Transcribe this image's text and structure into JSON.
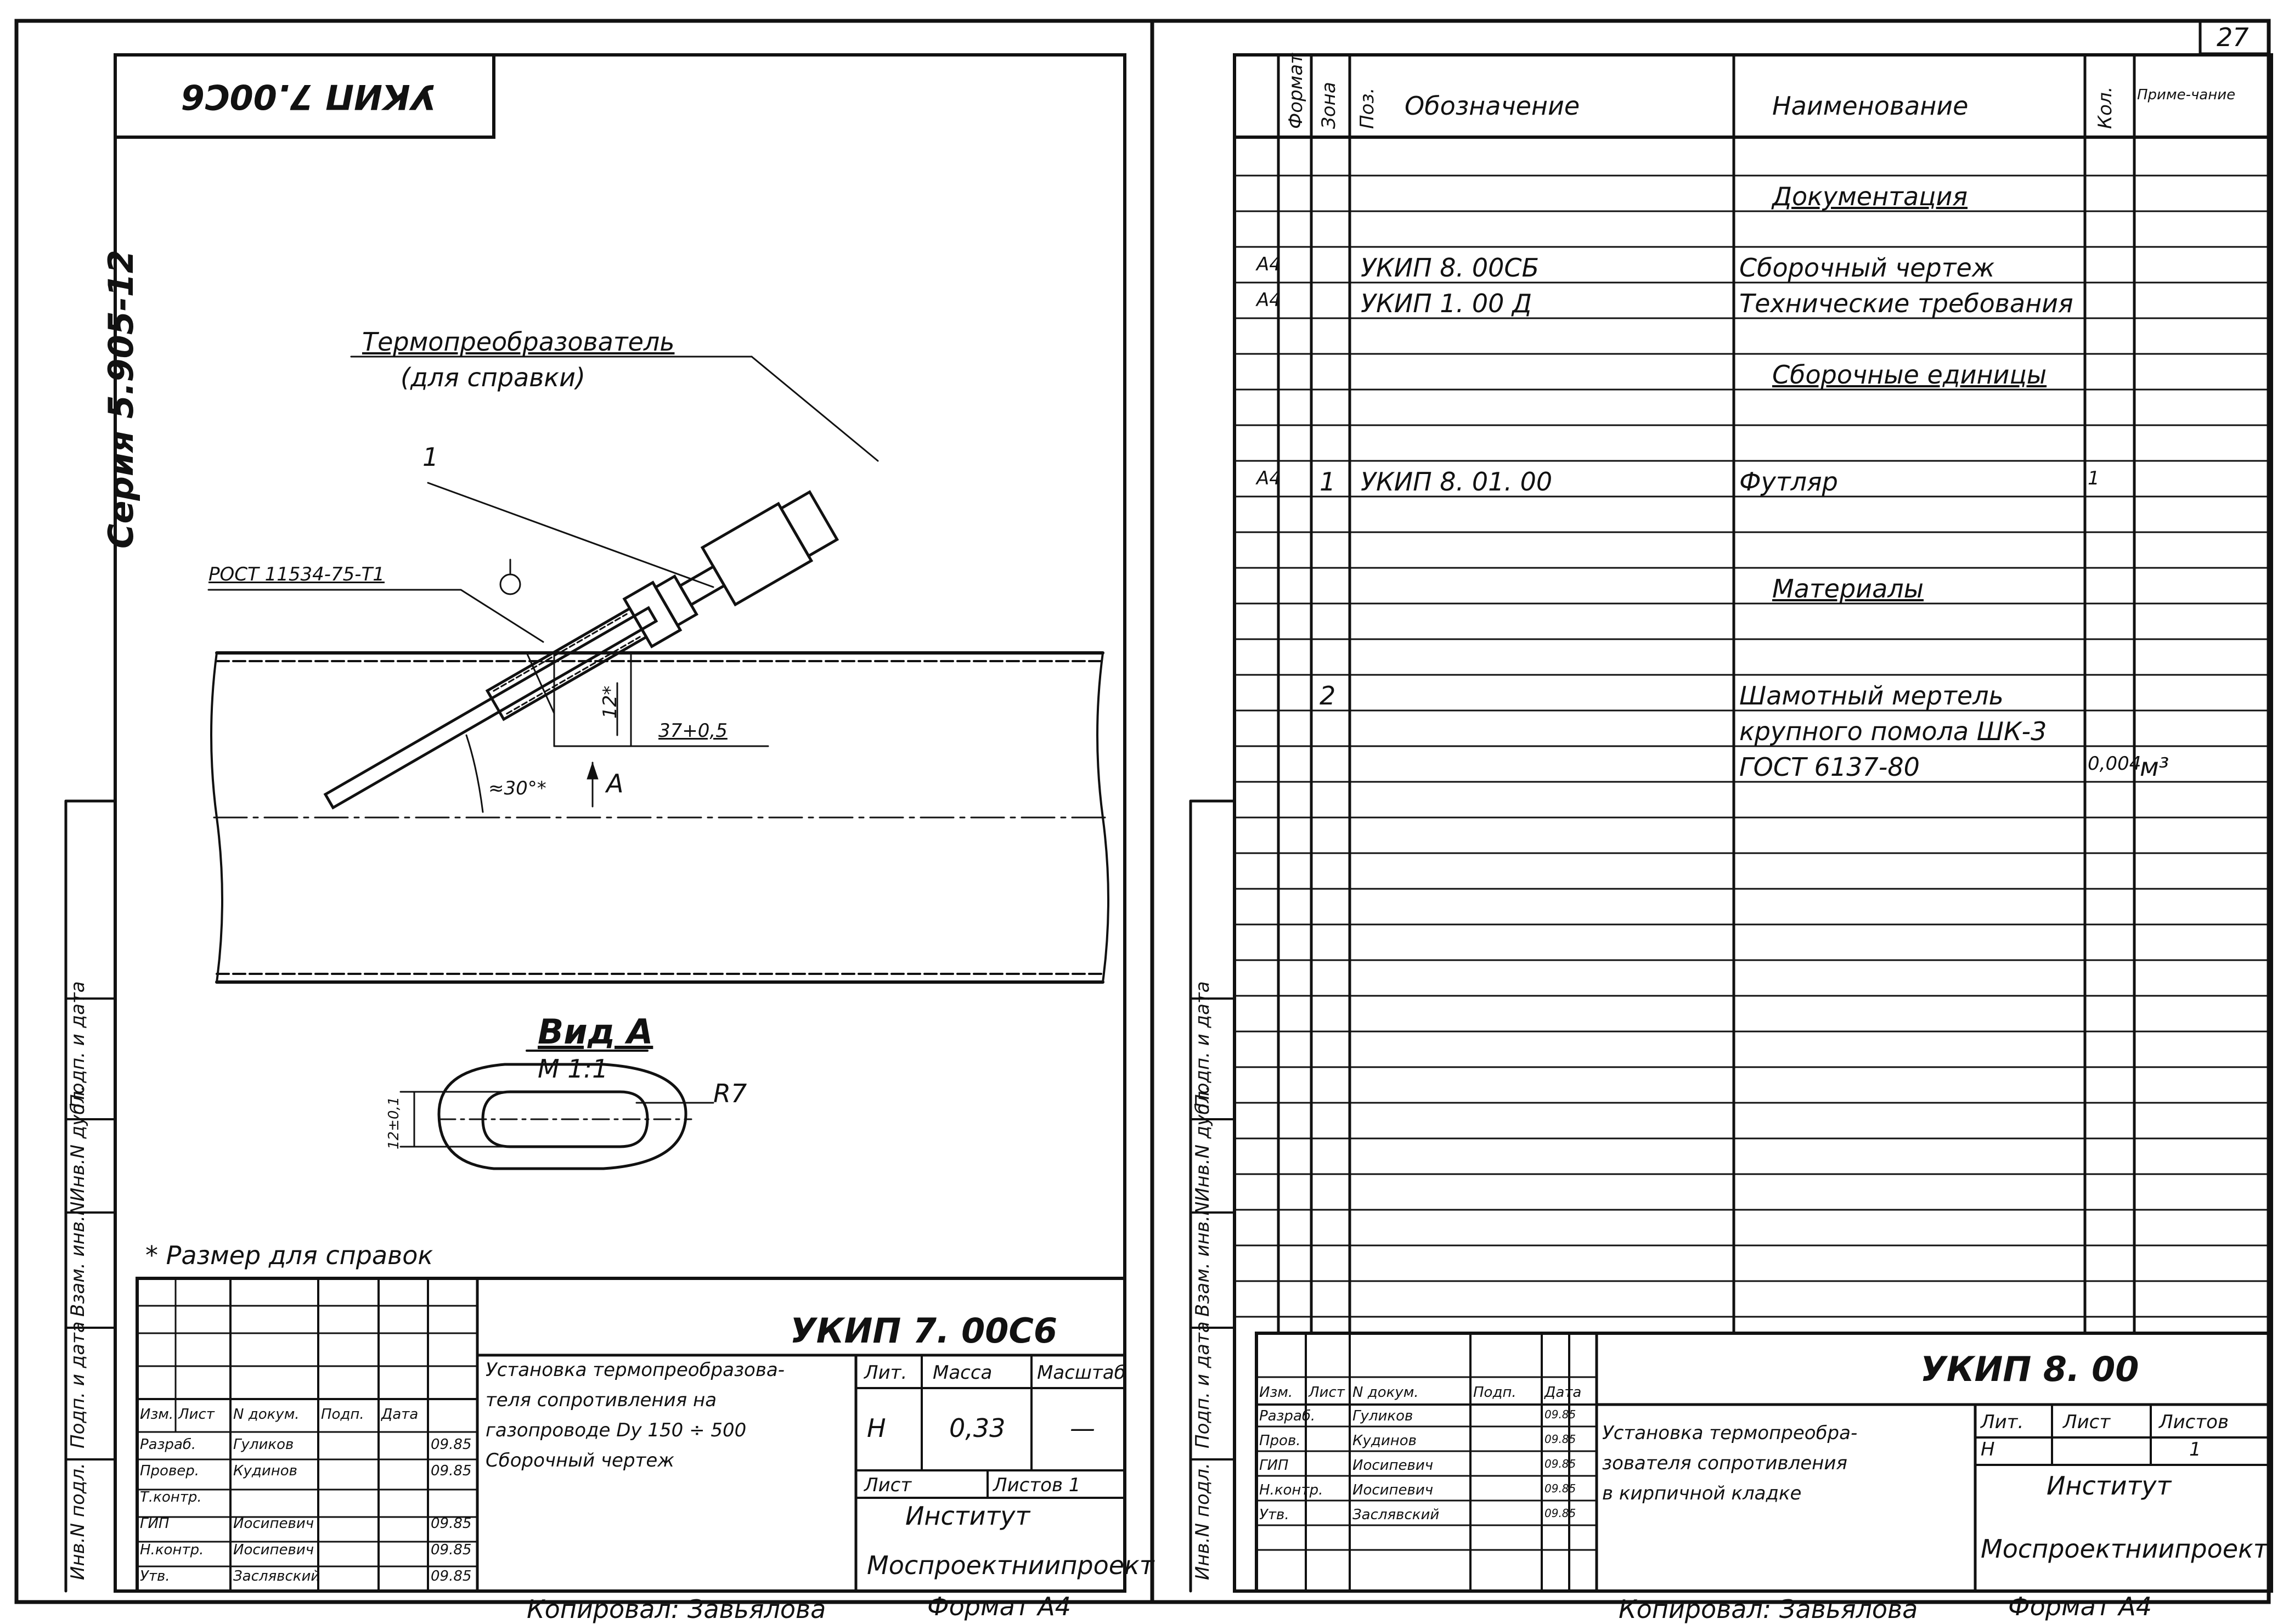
{
  "left_sheet": {
    "rot_stamp": "УКИП 7.00С6",
    "series": "Серия 5.905-12",
    "labels": {
      "thermo": "Термопреобразователь",
      "thermo_note": "(для справки)",
      "pos1": "1",
      "gost": "РОСТ 11534-75-Т1",
      "dim_12": "12*",
      "dim_37": "37+0,5",
      "angle": "≈30°*",
      "view_marker": "А",
      "view_title": "Вид А",
      "view_scale": "М 1:1",
      "r7": "R7",
      "dim_vertical": "12±0,1",
      "note": "* Размер для справок"
    },
    "side_columns": [
      "Инв.N подл.",
      "Подп. и дата",
      "Взам. инв.N",
      "Инв.N дубл.",
      "Подп. и дата"
    ],
    "title_block": {
      "code": "УКИП 7. 00С6",
      "desc_lines": [
        "Установка термопреобразова-",
        "теля сопротивления на",
        "газопроводе Dу 150 ÷ 500",
        "Сборочный чертеж"
      ],
      "col_heads": [
        "Изм.",
        "Лист",
        "N докум.",
        "Подп.",
        "Дата"
      ],
      "rows": [
        {
          "role": "Разраб.",
          "name": "Гуликов",
          "date": "09.85"
        },
        {
          "role": "Провер.",
          "name": "Кудинов",
          "date": "09.85"
        },
        {
          "role": "Т.контр.",
          "name": "",
          "date": ""
        },
        {
          "role": "ГИП",
          "name": "Иосипевич",
          "date": "09.85"
        },
        {
          "role": "Н.контр.",
          "name": "Иосипевич",
          "date": "09.85"
        },
        {
          "role": "Утв.",
          "name": "Заслявский",
          "date": "09.85"
        }
      ],
      "lit_head": "Лит.",
      "mass_head": "Масса",
      "scale_head": "Масштаб",
      "lit": "Н",
      "mass": "0,33",
      "scale": "—",
      "sheet": "Лист",
      "sheets": "Листов 1",
      "org1": "Институт",
      "org2": "Моспроектниипроект",
      "copied": "Копировал: Завьялова",
      "format": "Формат А4"
    }
  },
  "right_sheet": {
    "page_no": "27",
    "headers": [
      "Формат",
      "Зона",
      "Поз.",
      "Обозначение",
      "Наименование",
      "Кол.",
      "Приме-чание"
    ],
    "rows": [
      {
        "fmt": "",
        "pos": "",
        "code": "",
        "name": "Документация",
        "qty": "",
        "note": ""
      },
      {
        "fmt": "А4",
        "pos": "",
        "code": "УКИП 8. 00СБ",
        "name": "Сборочный чертеж",
        "qty": "",
        "note": ""
      },
      {
        "fmt": "А4",
        "pos": "",
        "code": "УКИП 1. 00 Д",
        "name": "Технические требования",
        "qty": "",
        "note": ""
      },
      {
        "fmt": "",
        "pos": "",
        "code": "",
        "name": "Сборочные единицы",
        "qty": "",
        "note": ""
      },
      {
        "fmt": "А4",
        "pos": "1",
        "code": "УКИП 8. 01. 00",
        "name": "Футляр",
        "qty": "1",
        "note": ""
      },
      {
        "fmt": "",
        "pos": "",
        "code": "",
        "name": "Материалы",
        "qty": "",
        "note": ""
      },
      {
        "fmt": "",
        "pos": "2",
        "code": "",
        "name": "Шамотный мертель",
        "qty": "",
        "note": ""
      },
      {
        "fmt": "",
        "pos": "",
        "code": "",
        "name": "крупного помола ШК-3",
        "qty": "",
        "note": ""
      },
      {
        "fmt": "",
        "pos": "",
        "code": "",
        "name": "ГОСТ 6137-80",
        "qty": "0,004",
        "note": "м³"
      }
    ],
    "side_columns": [
      "Инв.N подл.",
      "Подп. и дата",
      "Взам. инв.N",
      "Инв.N дубл.",
      "Подп. и дата"
    ],
    "title_block": {
      "code": "УКИП 8. 00",
      "desc_lines": [
        "Установка термопреобра-",
        "зователя сопротивления",
        "в кирпичной кладке"
      ],
      "col_heads": [
        "Изм.",
        "Лист",
        "N докум.",
        "Подп.",
        "Дата"
      ],
      "rows": [
        {
          "role": "Разраб.",
          "name": "Гуликов",
          "date": "09.85"
        },
        {
          "role": "Пров.",
          "name": "Кудинов",
          "date": "09.85"
        },
        {
          "role": "ГИП",
          "name": "Иосипевич",
          "date": "09.85"
        },
        {
          "role": "Н.контр.",
          "name": "Иосипевич",
          "date": "09.85"
        },
        {
          "role": "Утв.",
          "name": "Заслявский",
          "date": "09.85"
        }
      ],
      "lit_head": "Лит.",
      "sheet_head": "Лист",
      "sheets_head": "Листов",
      "lit": "Н",
      "sheets": "1",
      "org1": "Институт",
      "org2": "Моспроектниипроект",
      "copied": "Копировал: Завьялова",
      "format": "Формат А4"
    }
  }
}
